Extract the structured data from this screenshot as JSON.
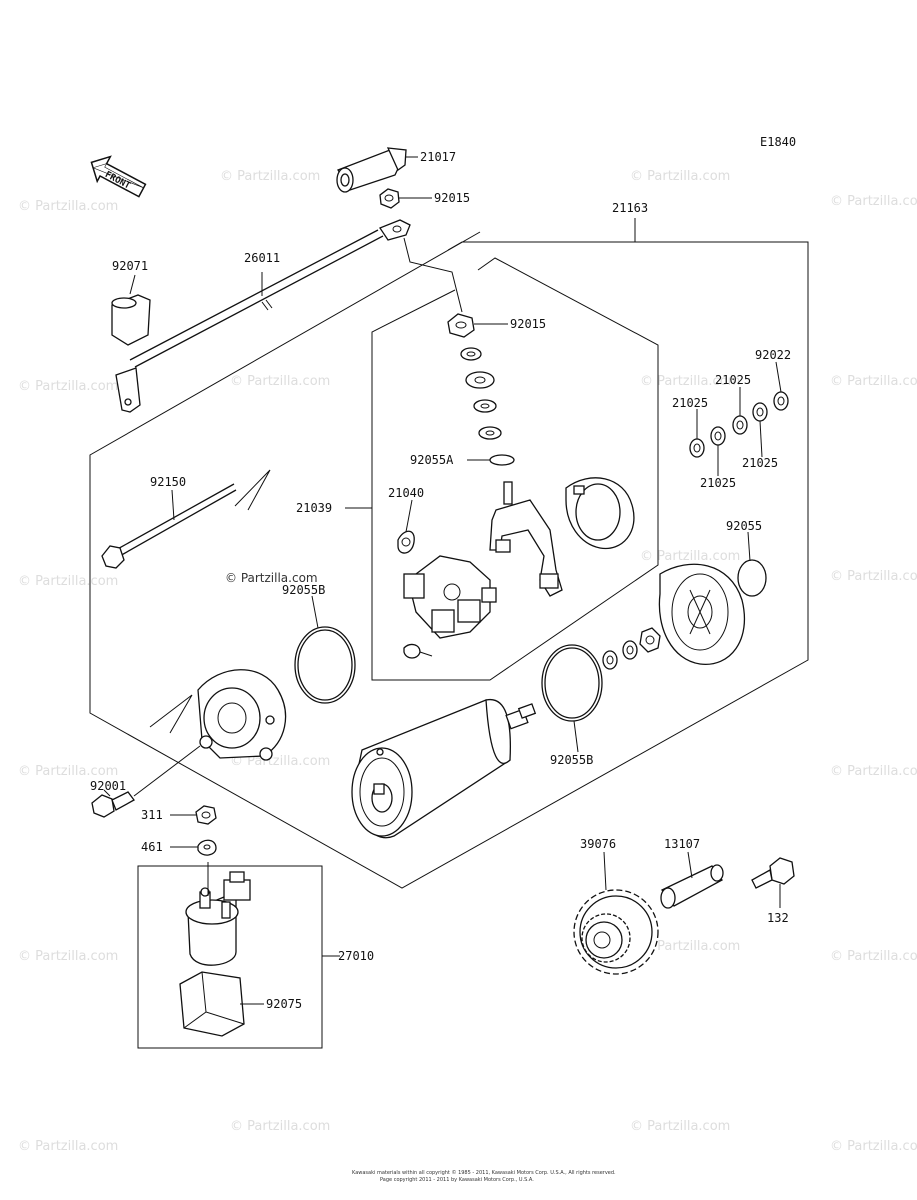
{
  "diagram_code": "E1840",
  "front_label": "FRONT",
  "center_watermark": "© Partzilla.com",
  "watermark_text": "© Partzilla.com",
  "copyright_line1": "Kawasaki materials within all copyright © 1985 - 2011, Kawasaki Motors Corp. U.S.A., All rights reserved.",
  "copyright_line2": "Page copyright 2011 - 2011 by Kawasaki Motors Corp., U.S.A.",
  "labels": {
    "p21017": "21017",
    "p92015a": "92015",
    "p21163": "21163",
    "p92071": "92071",
    "p26011": "26011",
    "p92015b": "92015",
    "p92022": "92022",
    "p21025a": "21025",
    "p21025b": "21025",
    "p21025c": "21025",
    "p21025d": "21025",
    "p92055A": "92055A",
    "p92150": "92150",
    "p21040": "21040",
    "p21039": "21039",
    "p92055": "92055",
    "p92055Ba": "92055B",
    "p92055Bb": "92055B",
    "p92001": "92001",
    "p311": "311",
    "p461": "461",
    "p39076": "39076",
    "p13107": "13107",
    "p132": "132",
    "p27010": "27010",
    "p92075": "92075"
  }
}
